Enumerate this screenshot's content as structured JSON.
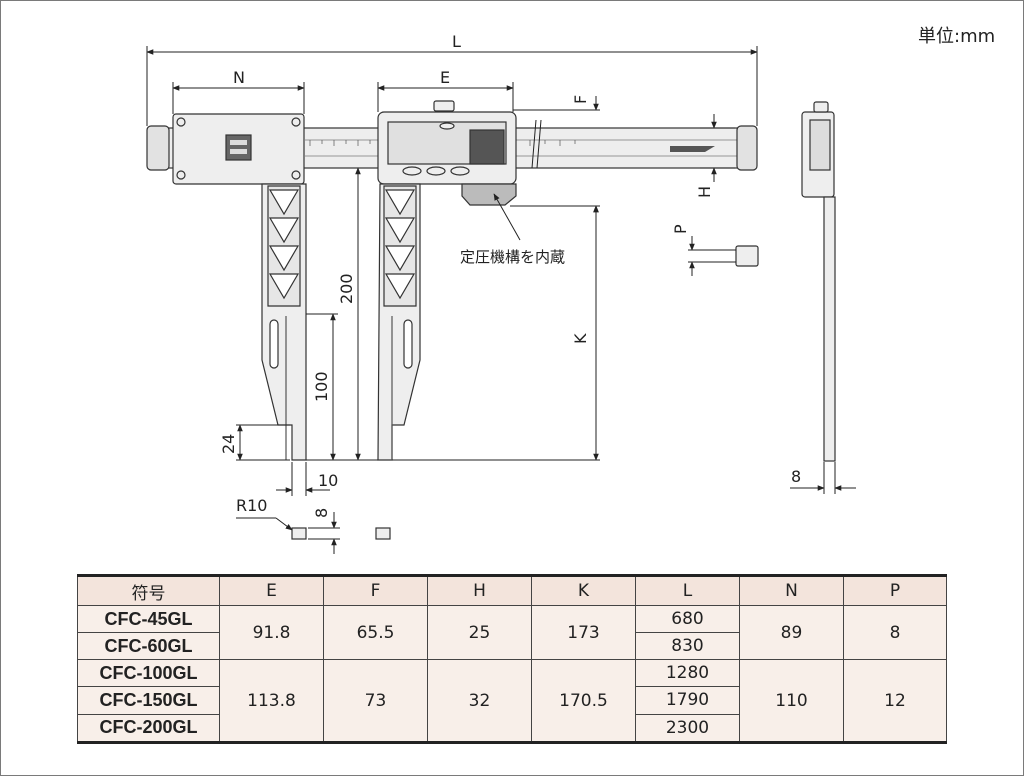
{
  "unit_label": "単位:mm",
  "diagram": {
    "dims": {
      "L": "L",
      "N": "N",
      "E": "E",
      "F": "F",
      "H": "H",
      "K": "K",
      "P": "P",
      "d200": "200",
      "d100": "100",
      "d24": "24",
      "d10": "10",
      "d8a": "8",
      "d8b": "8",
      "r10": "R10"
    },
    "callout": "定圧機構を内蔵"
  },
  "table": {
    "headers": [
      "符号",
      "E",
      "F",
      "H",
      "K",
      "L",
      "N",
      "P"
    ],
    "models": [
      "CFC-45GL",
      "CFC-60GL",
      "CFC-100GL",
      "CFC-150GL",
      "CFC-200GL"
    ],
    "group1": {
      "E": "91.8",
      "F": "65.5",
      "H": "25",
      "K": "173",
      "N": "89",
      "P": "8",
      "L": [
        "680",
        "830"
      ]
    },
    "group2": {
      "E": "113.8",
      "F": "73",
      "H": "32",
      "K": "170.5",
      "N": "110",
      "P": "12",
      "L": [
        "1280",
        "1790",
        "2300"
      ]
    }
  }
}
